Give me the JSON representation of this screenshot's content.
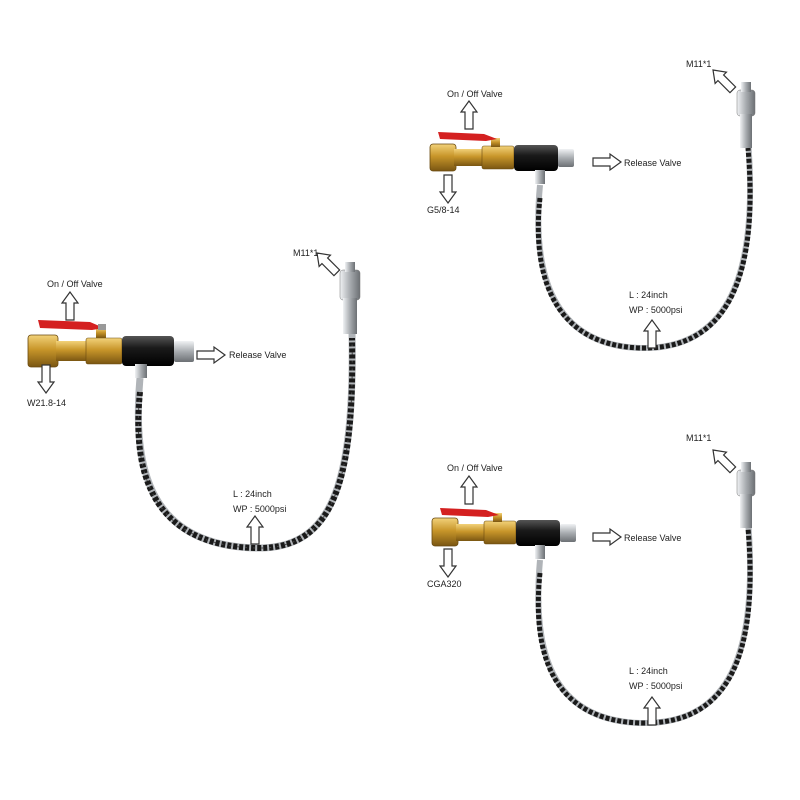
{
  "assemblies": [
    {
      "valve_label": "On / Off Valve",
      "fitting_label": "W21.8-14",
      "release_label": "Release Valve",
      "connector_label": "M11*1",
      "length_label": "L : 24inch",
      "pressure_label": "WP : 5000psi"
    },
    {
      "valve_label": "On / Off Valve",
      "fitting_label": "G5/8-14",
      "release_label": "Release Valve",
      "connector_label": "M11*1",
      "length_label": "L : 24inch",
      "pressure_label": "WP : 5000psi"
    },
    {
      "valve_label": "On / Off Valve",
      "fitting_label": "CGA320",
      "release_label": "Release Valve",
      "connector_label": "M11*1",
      "length_label": "L : 24inch",
      "pressure_label": "WP : 5000psi"
    }
  ],
  "colors": {
    "brass": "#c8962a",
    "handle": "#d42020",
    "hose": "#1a1a1a",
    "steel": "#b8bcc0",
    "arrow_stroke": "#333333"
  }
}
